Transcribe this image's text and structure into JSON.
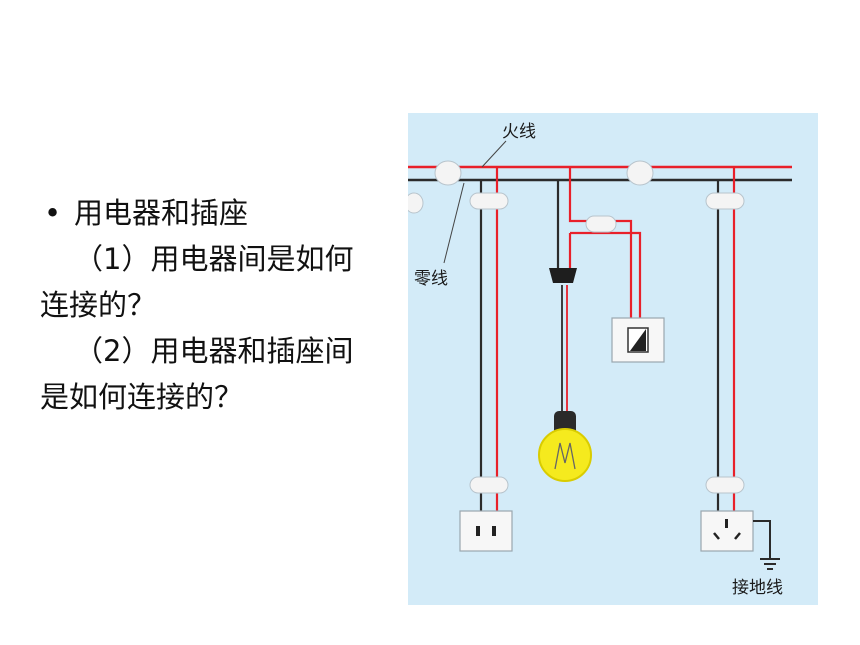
{
  "slide": {
    "bullet": "•",
    "heading": "用电器和插座",
    "question1_line1": "（1）用电器间是如何",
    "question1_line2": "连接的？",
    "question2_line1": "（2）用电器和插座间",
    "question2_line2": "是如何连接的？"
  },
  "figure": {
    "label_live": "火线",
    "label_neutral": "零线",
    "label_ground": "接地线"
  },
  "colors": {
    "background_panel": "#d3ebf8",
    "live_wire": "#e8202a",
    "neutral_wire": "#2b2b2b",
    "bulb": "#f5ea1e"
  }
}
